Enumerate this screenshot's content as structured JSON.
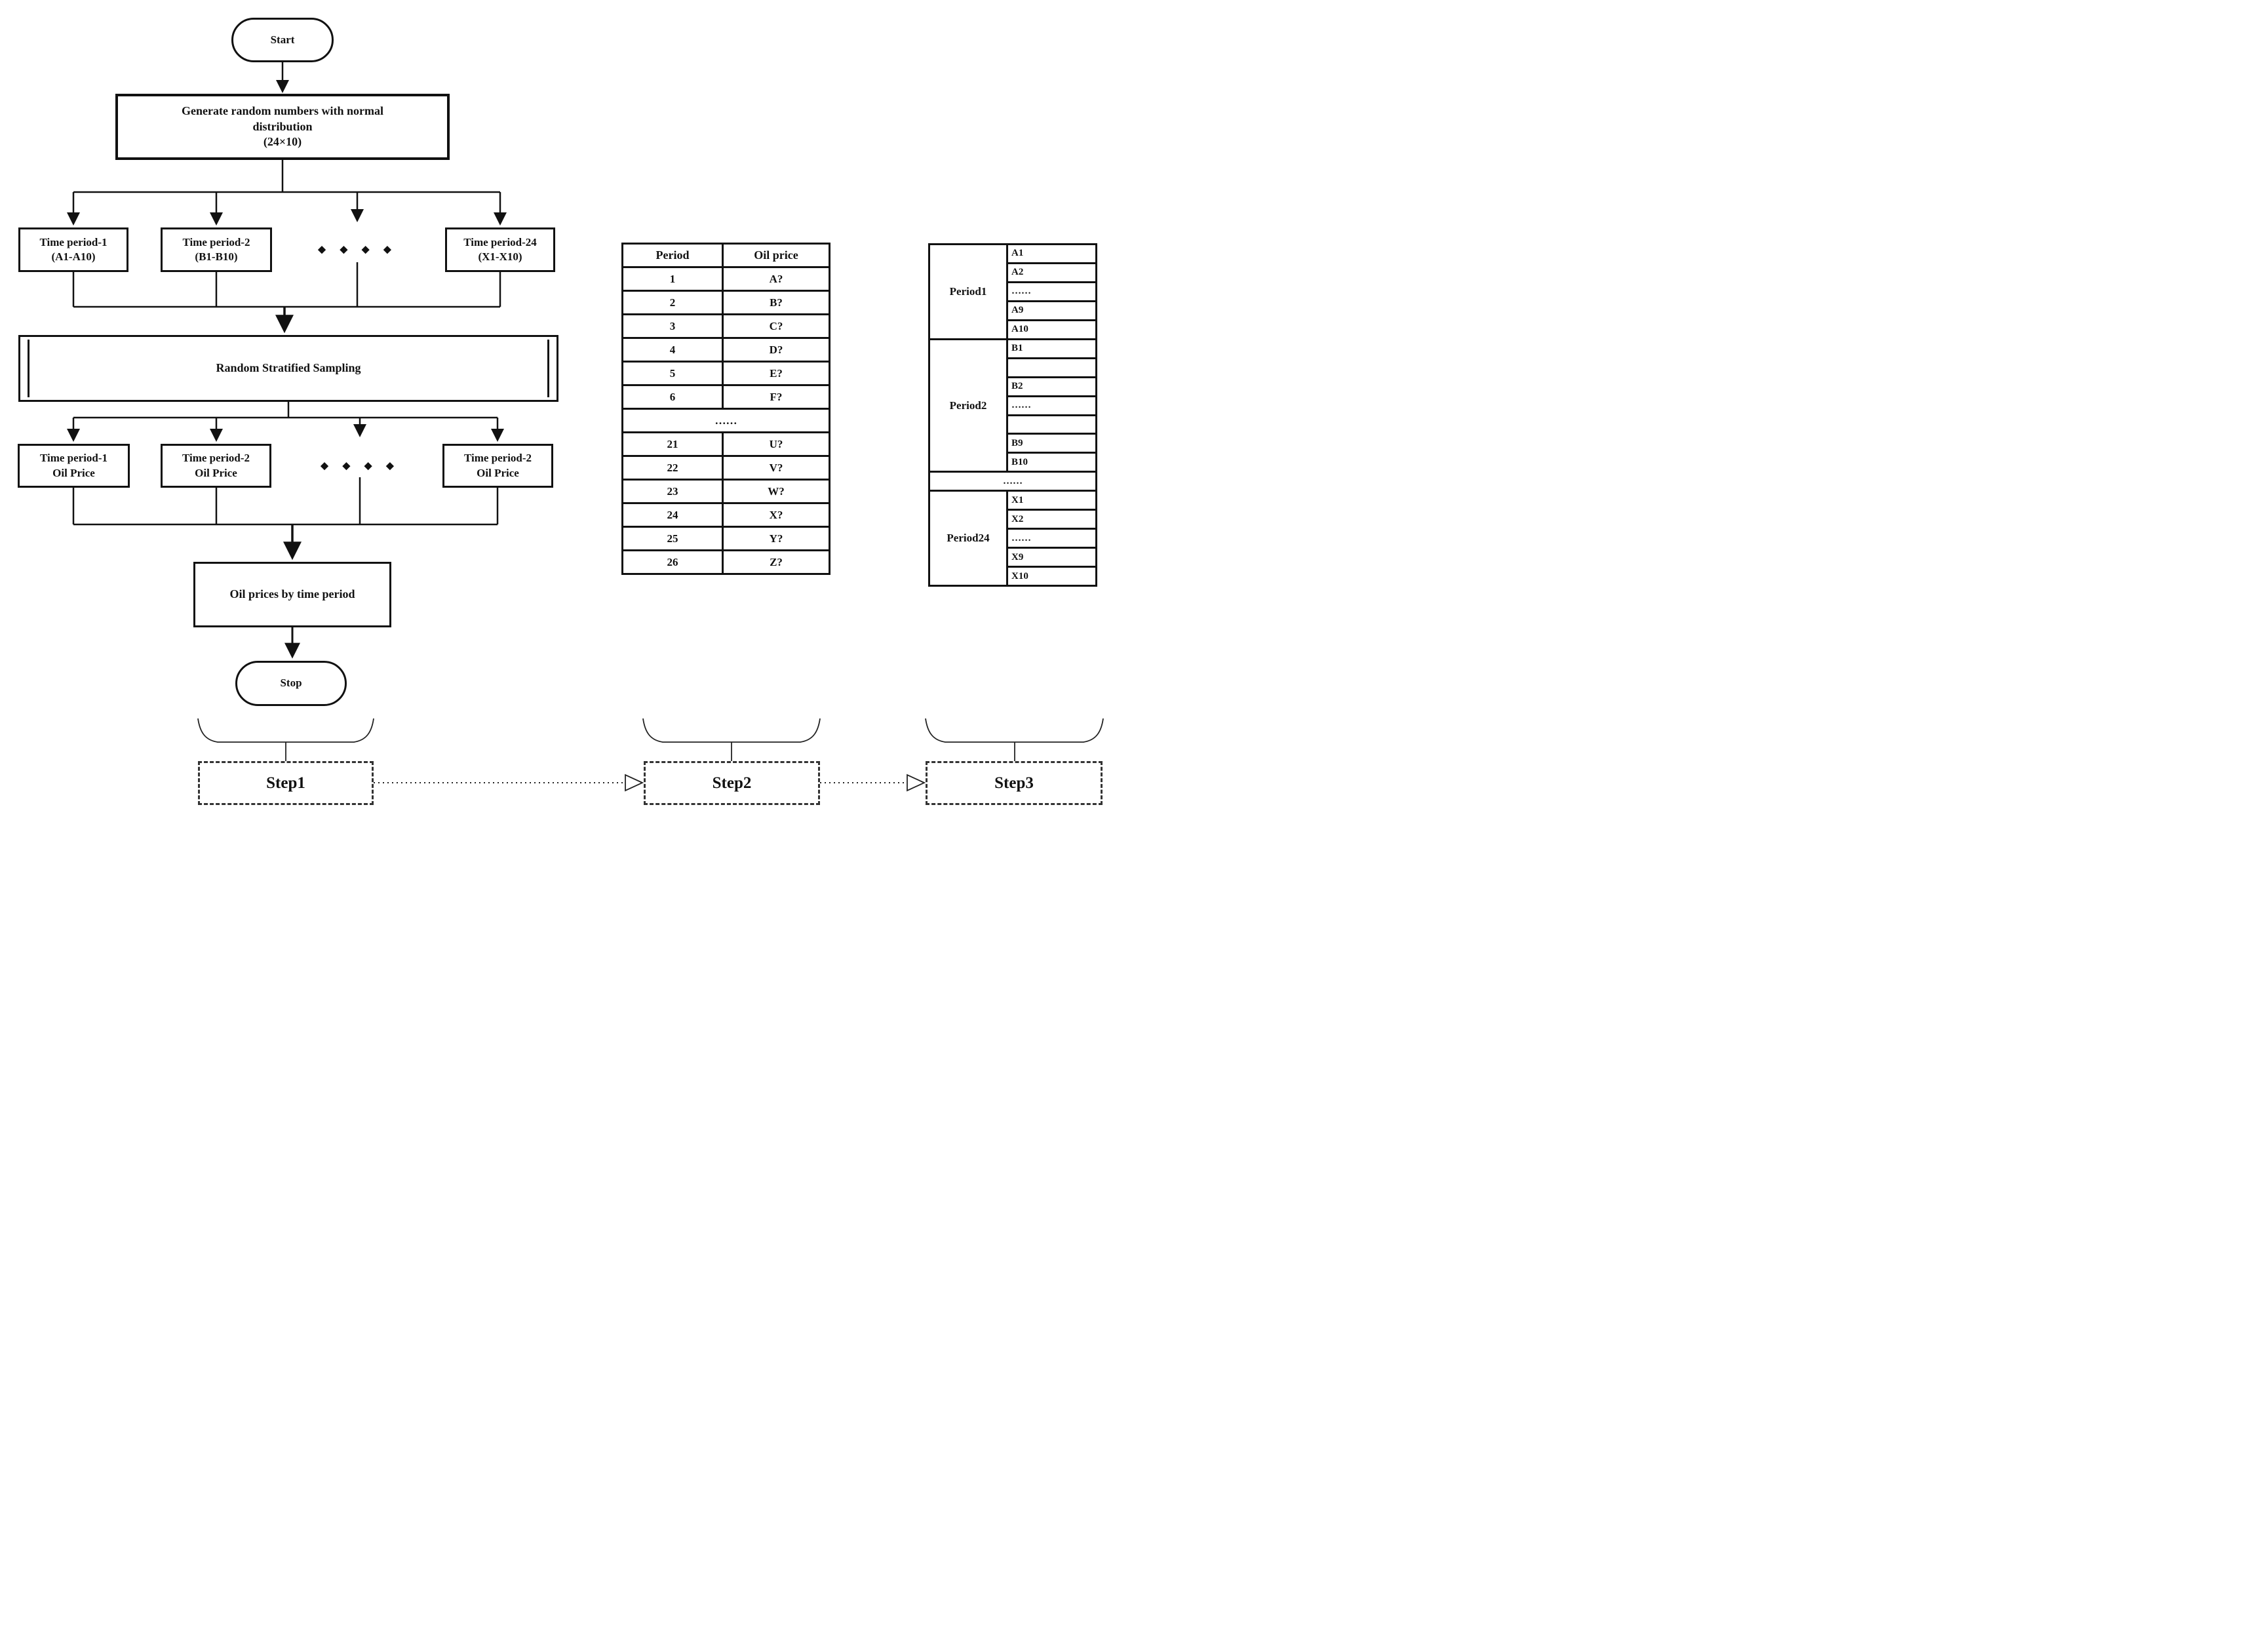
{
  "colors": {
    "ink": "#111111",
    "background": "#ffffff"
  },
  "flowchart": {
    "start": "Start",
    "generate": "Generate random numbers with normal\ndistribution\n(24×10)",
    "period_top_1": "Time period-1\n(A1-A10)",
    "period_top_2": "Time period-2\n(B1-B10)",
    "period_top_24": "Time period-24\n(X1-X10)",
    "dots_top": "◆ ◆ ◆ ◆",
    "sampling": "Random Stratified Sampling",
    "price_1": "Time period-1\nOil Price",
    "price_2": "Time period-2\nOil Price",
    "price_24": "Time period-2\nOil Price",
    "dots_bottom": "◆ ◆ ◆ ◆",
    "output": "Oil prices by time period",
    "stop": "Stop"
  },
  "middle_table": {
    "headers": {
      "period": "Period",
      "price": "Oil price"
    },
    "rows_top": [
      {
        "period": "1",
        "price": "A?"
      },
      {
        "period": "2",
        "price": "B?"
      },
      {
        "period": "3",
        "price": "C?"
      },
      {
        "period": "4",
        "price": "D?"
      },
      {
        "period": "5",
        "price": "E?"
      },
      {
        "period": "6",
        "price": "F?"
      }
    ],
    "ellipsis": "……",
    "rows_bottom": [
      {
        "period": "21",
        "price": "U?"
      },
      {
        "period": "22",
        "price": "V?"
      },
      {
        "period": "23",
        "price": "W?"
      },
      {
        "period": "24",
        "price": "X?"
      },
      {
        "period": "25",
        "price": "Y?"
      },
      {
        "period": "26",
        "price": "Z?"
      }
    ]
  },
  "right_table": {
    "groups": [
      {
        "label": "Period1",
        "cells": [
          "A1",
          "A2",
          "……",
          "A9",
          "A10"
        ]
      },
      {
        "label": "Period2",
        "cells": [
          "B1",
          "",
          "B2",
          "……",
          "",
          "B9",
          "B10"
        ]
      },
      {
        "label": "Period24",
        "cells": [
          "X1",
          "X2",
          "……",
          "X9",
          "X10"
        ]
      }
    ],
    "ellipsis": "……"
  },
  "steps": {
    "step1": "Step1",
    "step2": "Step2",
    "step3": "Step3"
  }
}
